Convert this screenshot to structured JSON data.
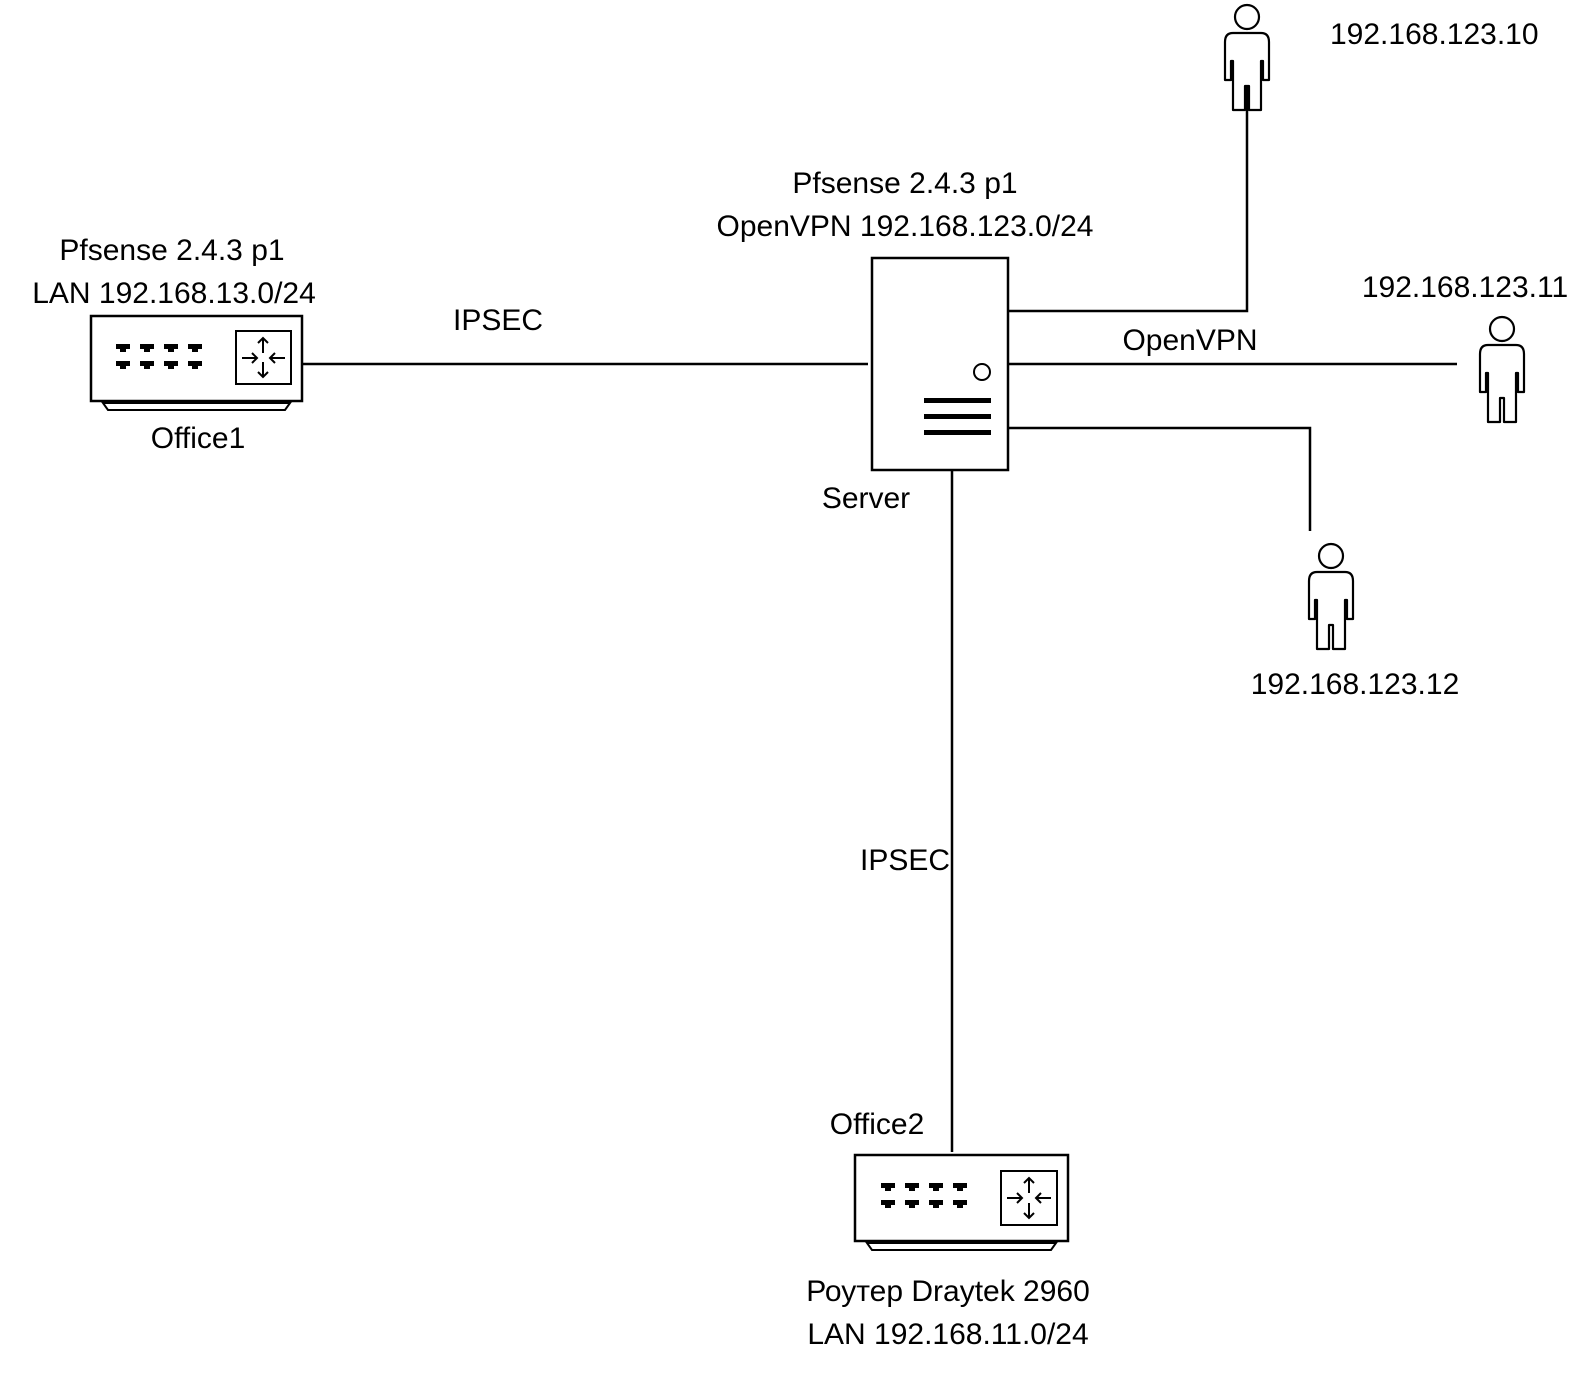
{
  "diagram": {
    "type": "network-topology",
    "colors": {
      "line": "#000000",
      "background": "#ffffff",
      "text": "#000000"
    },
    "nodes": {
      "office1": {
        "icon": "router-switch-icon",
        "caption": "Office1",
        "title_line1": "Pfsense 2.4.3 p1",
        "title_line2": "LAN 192.168.13.0/24"
      },
      "server": {
        "icon": "server-icon",
        "caption": "Server",
        "title_line1": "Pfsense 2.4.3 p1",
        "title_line2": "OpenVPN 192.168.123.0/24"
      },
      "office2": {
        "icon": "router-switch-icon",
        "caption": "Office2",
        "title_line1": "Роутер Draytek 2960",
        "title_line2": "LAN 192.168.11.0/24"
      },
      "users": [
        {
          "icon": "user-icon",
          "ip": "192.168.123.10"
        },
        {
          "icon": "user-icon",
          "ip": "192.168.123.11"
        },
        {
          "icon": "user-icon",
          "ip": "192.168.123.12"
        }
      ]
    },
    "links": [
      {
        "from": "office1",
        "to": "server",
        "label": "IPSEC"
      },
      {
        "from": "server",
        "to": "office2",
        "label": "IPSEC"
      },
      {
        "from": "server",
        "to": "user-1",
        "label": ""
      },
      {
        "from": "server",
        "to": "user-2",
        "label": "OpenVPN"
      },
      {
        "from": "server",
        "to": "user-3",
        "label": ""
      }
    ]
  }
}
